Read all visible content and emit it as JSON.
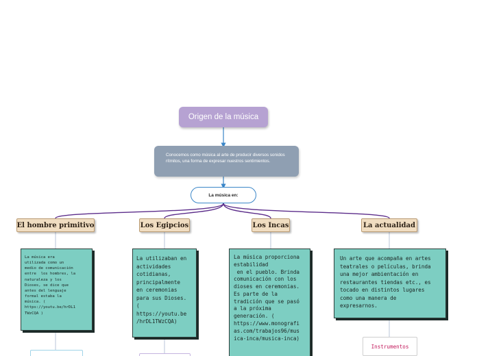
{
  "root": {
    "title": "Origen de la música"
  },
  "description": {
    "text": "Conocemos como música al arte de  producir diversos sonidos rítmitos, una forma de expresar nuestros sentimientos."
  },
  "hub": {
    "label": "La música en:"
  },
  "branches": [
    {
      "title": "El hombre primitivo",
      "info": "La música era\nutilizada como un\nmedio de comunicación\nentre  los hombres, la\nnaturaleza y los\nDioses, se dice que\nantes del lenguaje\nformal estaba la\nmúsica. (\nhttps://youtu.be/hrDL1\nTWzCQA )"
    },
    {
      "title": "Los Egipcios",
      "info": "La utilizaban en\nactividades\ncotidianas,\nprincipalmente\nen ceremonias\npara sus Dioses.\n(\nhttps://youtu.be\n/hrDL1TWzCQA)"
    },
    {
      "title": "Los Incas",
      "info": "La música proporciona\nestabilidad\n en el pueblo. Brinda\ncomunicación con los\ndioses en ceremonias.\nEs parte de la\ntradición que se pasó\na la próxima\ngeneración. (\nhttps://www.monografi\nas.com/trabajos96/mus\nica-inca/musica-inca)"
    },
    {
      "title": "La actualidad",
      "info": "Un arte que acompaña en artes\nteatrales o películas, brinda\nuna mejor ambientación en\nrestaurantes tiendas etc., es\ntocado en distintos lugares\ncomo una manera de\nexpresarnos.",
      "child": "Instrumentos"
    }
  ],
  "colors": {
    "root": "#b6a2d2",
    "description": "#8f9fb2",
    "hub_border": "#3a86c8",
    "branch_fill": "#f0ddc1",
    "info_fill": "#7dcec2",
    "child_text": "#c2185b"
  }
}
